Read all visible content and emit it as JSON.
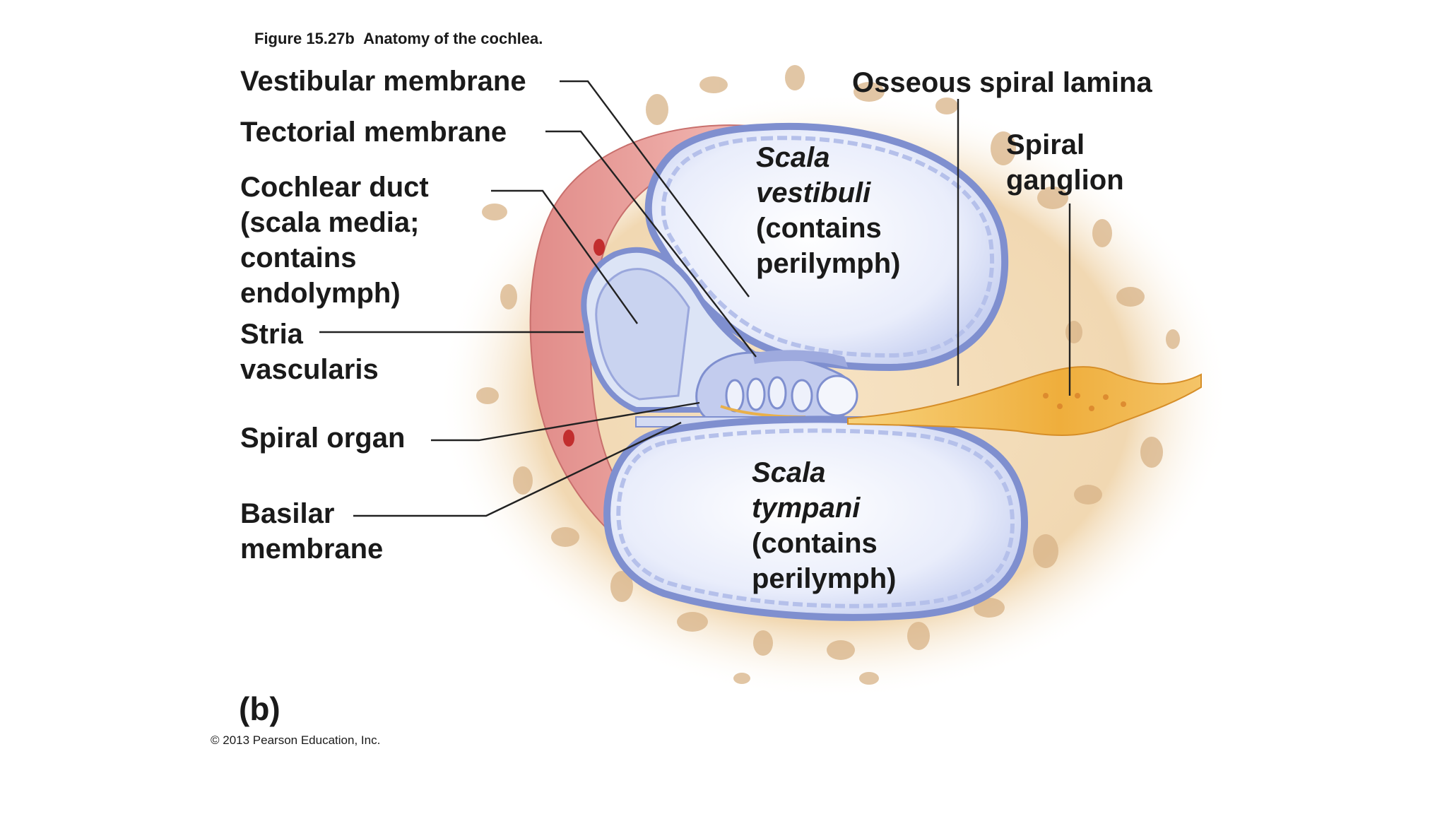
{
  "figure": {
    "caption_number": "Figure 15.27b",
    "caption_text": "Anatomy of the cochlea.",
    "part_letter": "(b)",
    "copyright": "© 2013 Pearson Education, Inc."
  },
  "labels": {
    "vestibular_membrane": "Vestibular membrane",
    "tectorial_membrane": "Tectorial membrane",
    "cochlear_duct": {
      "line1": "Cochlear duct",
      "line2_bold": "(scala media",
      "line2_rest": ";",
      "line3": "contains",
      "line4": "endolymph)"
    },
    "stria_vascularis": {
      "line1": "Stria",
      "line2": "vascularis"
    },
    "spiral_organ": "Spiral organ",
    "basilar_membrane": {
      "line1": "Basilar",
      "line2": "membrane"
    },
    "osseous_spiral_lamina": "Osseous spiral lamina",
    "spiral_ganglion": {
      "line1": "Spiral",
      "line2": "ganglion"
    },
    "scala_vestibuli": {
      "line1": "Scala",
      "line2": "vestibuli",
      "line3": "(contains",
      "line4": "perilymph)"
    },
    "scala_tympani": {
      "line1": "Scala",
      "line2": "tympani",
      "line3": "(contains",
      "line4": "perilymph)"
    }
  },
  "colors": {
    "bone": "#f3dcb8",
    "bone_pore": "#d9b48a",
    "outer_wall": "#e9a3a0",
    "chamber_wall": "#8f9fd6",
    "chamber_fill": "#e4e9f9",
    "nerve": "#f0b64a",
    "leader_line": "#222222"
  }
}
